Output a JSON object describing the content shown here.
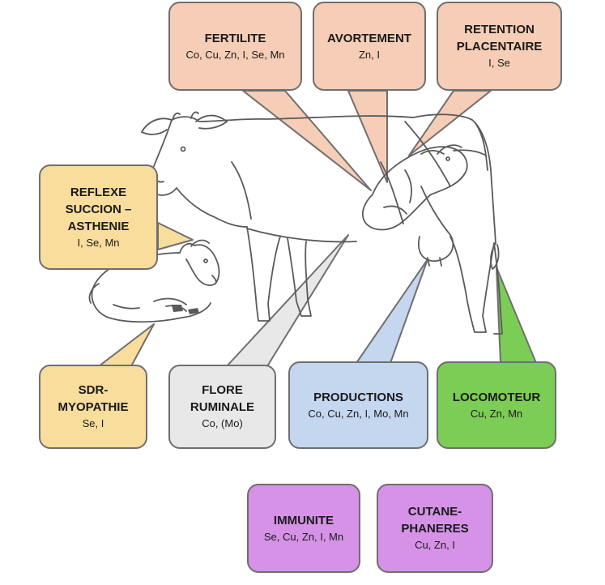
{
  "colors": {
    "orange": "#f6cdb6",
    "yellow": "#f8dd9d",
    "grey": "#e8e8e8",
    "blue": "#c4d7ef",
    "green": "#7ccd55",
    "purple": "#d592e6",
    "outline": "#6f6f6f",
    "drawing": "#5a5a5a"
  },
  "illustration": {
    "icons": [
      "cow-drawing",
      "calf-drawing",
      "fetus-drawing"
    ]
  },
  "boxes": {
    "fertilite": {
      "title": "FERTILITE",
      "elements": "Co, Cu, Zn, I, Se, Mn"
    },
    "avortement": {
      "title": "AVORTEMENT",
      "elements": "Zn, I"
    },
    "retention": {
      "title": "RETENTION\nPLACENTAIRE",
      "elements": "I, Se"
    },
    "reflexe": {
      "title": "REFLEXE\nSUCCION –\nASTHENIE",
      "elements": "I, Se,  Mn"
    },
    "sdr": {
      "title": "SDR-\nMYOPATHIE",
      "elements": "Se, I"
    },
    "flore": {
      "title": "FLORE\nRUMINALE",
      "elements": "Co, (Mo)"
    },
    "productions": {
      "title": "PRODUCTIONS",
      "elements": "Co, Cu, Zn, I, Mo, Mn"
    },
    "locomoteur": {
      "title": "LOCOMOTEUR",
      "elements": "Cu, Zn, Mn"
    },
    "immunite": {
      "title": "IMMUNITE",
      "elements": "Se, Cu, Zn, I, Mn"
    },
    "cutane": {
      "title": "CUTANE-\nPHANERES",
      "elements": "Cu, Zn, I"
    }
  }
}
